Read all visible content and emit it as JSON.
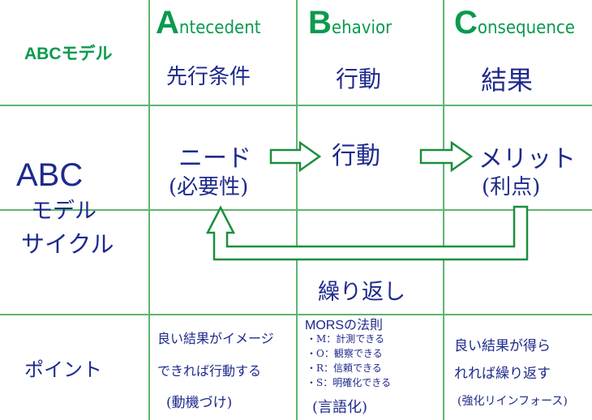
{
  "table": {
    "corner": "ABCモデル",
    "headers": [
      {
        "initial": "A",
        "rest": "ntecedent",
        "jp": "先行条件"
      },
      {
        "initial": "B",
        "rest": "ehavior",
        "jp": "行動"
      },
      {
        "initial": "C",
        "rest": "onsequence",
        "jp": "結果"
      }
    ],
    "row1_label_lines": [
      "ABC",
      "モデル",
      "サイクル"
    ],
    "cycle": {
      "need": "ニード",
      "need_sub": "(必要性)",
      "action": "行動",
      "merit": "メリット",
      "merit_sub": "(利点)",
      "repeat": "繰り返し"
    },
    "point_label": "ポイント",
    "points": {
      "a": [
        "良い結果がイメージ",
        "できれば行動する",
        "(動機づけ)"
      ],
      "b_title": "MORSの法則",
      "b_items": [
        "・M：計測できる",
        "・O：観察できる",
        "・R：信頼できる",
        "・S：明確化できる"
      ],
      "b_note": "(言語化)",
      "c": [
        "良い結果が得ら",
        "れれば繰り返す",
        "(強化リインフォース)"
      ]
    }
  },
  "colors": {
    "grid": "#5fb56e",
    "title": "#0a9a4e",
    "ink": "#1e2a8c",
    "arrow": "#1a8f3c"
  }
}
